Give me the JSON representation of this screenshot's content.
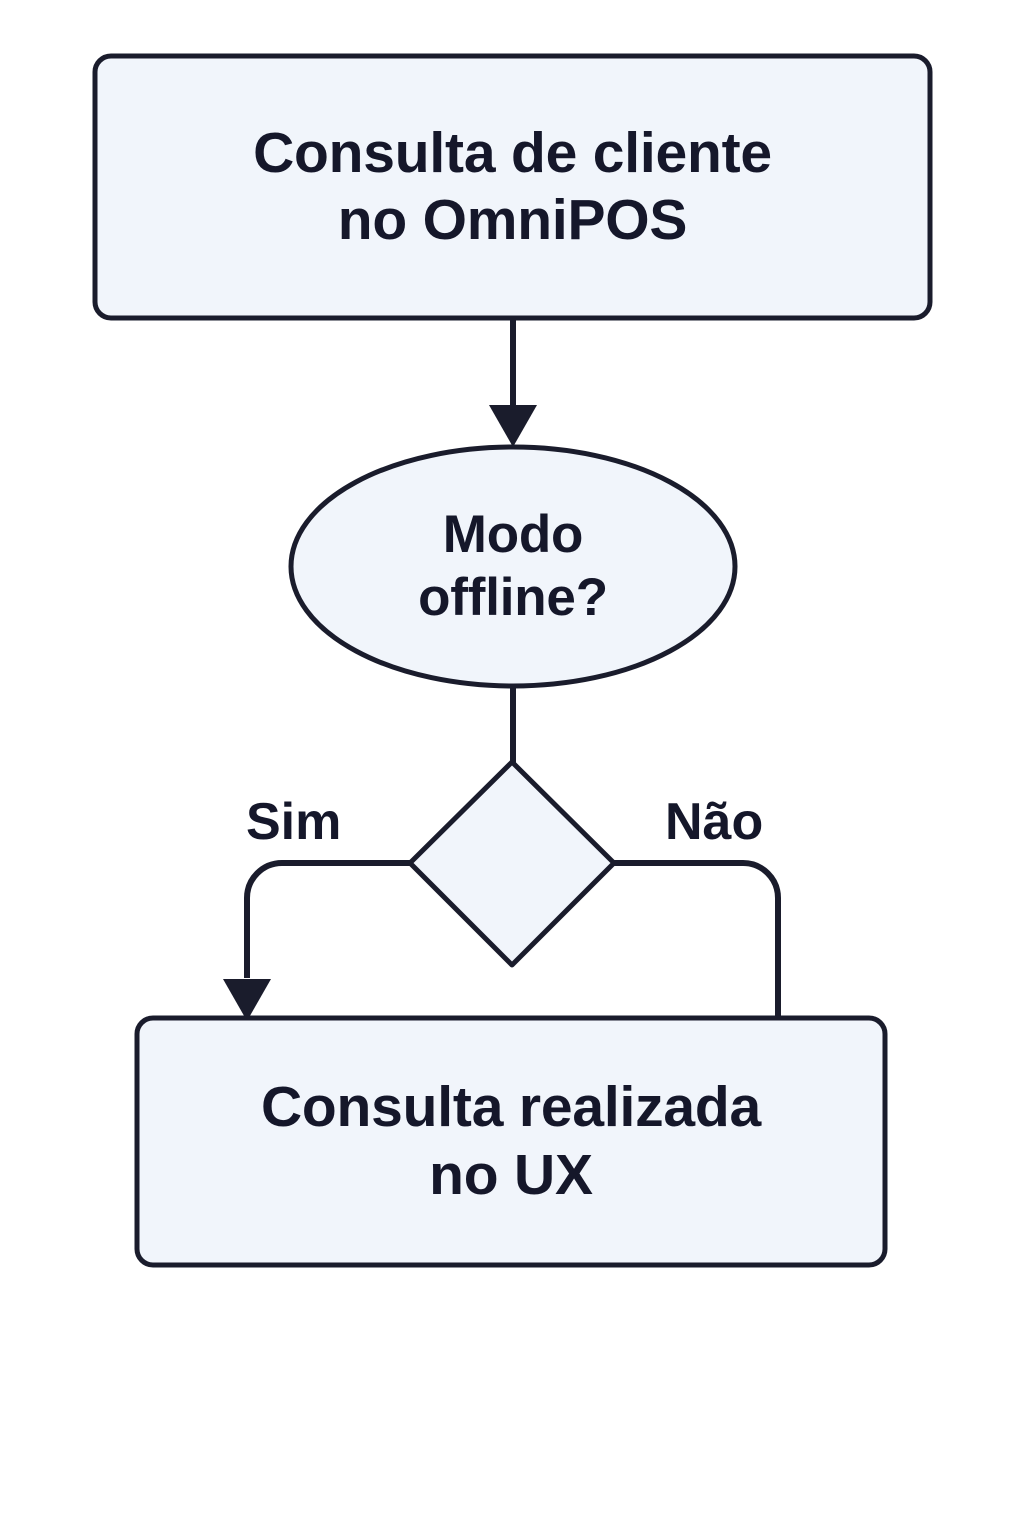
{
  "diagram": {
    "type": "flowchart",
    "orientation": "top-to-bottom",
    "language": "pt-BR",
    "colors": {
      "node_fill": "#F1F5FB",
      "node_stroke": "#1A1C2C",
      "edge_stroke": "#1A1C2C",
      "text": "#15172A",
      "background": "#FFFFFF"
    },
    "nodes": [
      {
        "id": "start",
        "shape": "rounded-rectangle",
        "label": "Consulta de cliente\nno OmniPOS"
      },
      {
        "id": "decision-ellipse",
        "shape": "ellipse",
        "label": "Modo\noffline?"
      },
      {
        "id": "decision-diamond",
        "shape": "diamond",
        "label": ""
      },
      {
        "id": "end",
        "shape": "rounded-rectangle",
        "label": "Consulta realizada\nno UX"
      }
    ],
    "edges": [
      {
        "id": "start-to-decision",
        "from": "start",
        "to": "decision-ellipse",
        "label": "",
        "arrowhead": true
      },
      {
        "id": "decision-to-diamond",
        "from": "decision-ellipse",
        "to": "decision-diamond",
        "label": "",
        "arrowhead": false
      },
      {
        "id": "diamond-yes-to-end",
        "from": "decision-diamond",
        "to": "end",
        "label": "Sim",
        "arrowhead": true
      },
      {
        "id": "diamond-no-to-end",
        "from": "decision-diamond",
        "to": "end",
        "label": "Não",
        "arrowhead": false
      }
    ]
  }
}
